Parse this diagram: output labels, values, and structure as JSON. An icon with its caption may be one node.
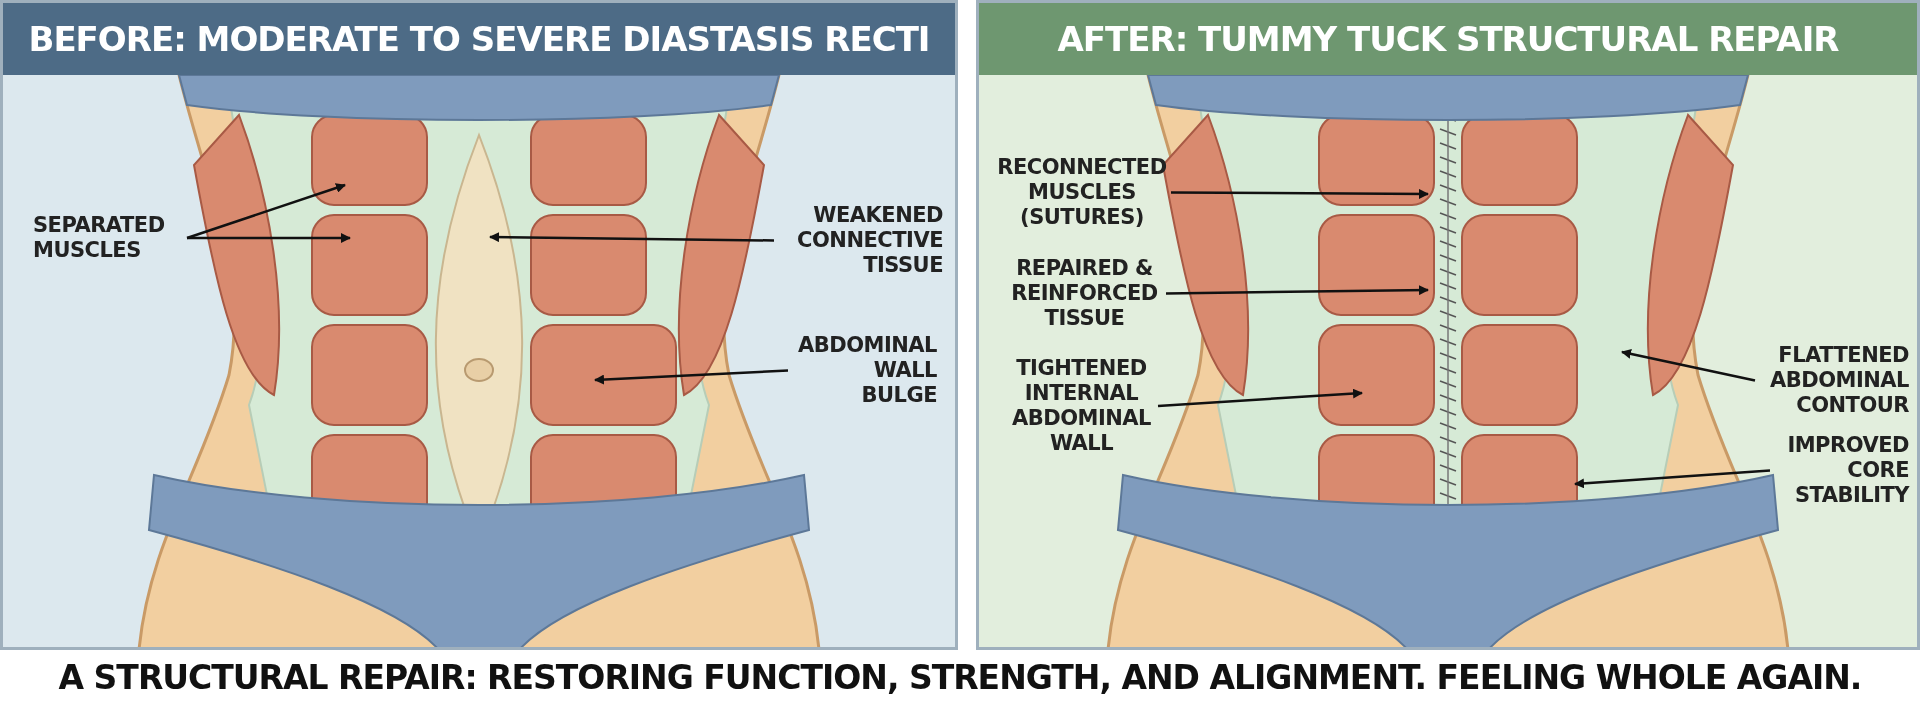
{
  "diagram": {
    "caption": "A STRUCTURAL REPAIR: RESTORING FUNCTION, STRENGTH, AND ALIGNMENT. FEELING WHOLE AGAIN.",
    "nodes": [
      {
        "text": [
          "BEFORE: MODERATE TO SEVERE DIASTASIS RECTI"
        ]
      },
      {
        "text": [
          "SEPARATED MUSCLES"
        ],
        "in": 0
      },
      {
        "text": [
          "WEAKENED CONNECTIVE TISSUE"
        ],
        "in": 0
      },
      {
        "text": [
          "ABDOMINAL WALL BULGE"
        ],
        "in": 0
      },
      {
        "text": [
          "AFTER: TUMMY TUCK STRUCTURAL REPAIR"
        ]
      },
      {
        "text": [
          "RECONNECTED MUSCLES (SUTURES)"
        ],
        "in": 4
      },
      {
        "text": [
          "REPAIRED & REINFORCED TISSUE"
        ],
        "in": 4
      },
      {
        "text": [
          "TIGHTENED INTERNAL ABDOMINAL WALL"
        ],
        "in": 4
      },
      {
        "text": [
          "FLATTENED ABDOMINAL CONTOUR"
        ],
        "in": 4
      },
      {
        "text": [
          "IMPROVED CORE STABILITY"
        ],
        "in": 4
      }
    ],
    "edges": [
      {
        "from": 1,
        "to": null,
        "arrow": "to"
      },
      {
        "from": 1,
        "to": null,
        "arrow": "to"
      },
      {
        "from": 2,
        "to": null,
        "arrow": "to"
      },
      {
        "from": 3,
        "to": null,
        "arrow": "to"
      },
      {
        "from": 5,
        "to": null,
        "arrow": "to"
      },
      {
        "from": 6,
        "to": null,
        "arrow": "to"
      },
      {
        "from": 7,
        "to": null,
        "arrow": "to"
      },
      {
        "from": 8,
        "to": null,
        "arrow": "to"
      },
      {
        "from": 9,
        "to": null,
        "arrow": "to"
      }
    ]
  }
}
